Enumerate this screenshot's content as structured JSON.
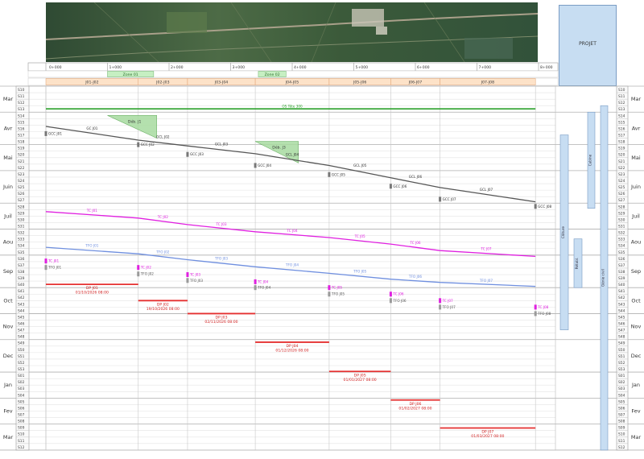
{
  "projet_label": "PROJET",
  "chainage_ticks": [
    "0+000",
    "1+000",
    "2+000",
    "3+000",
    "4+000",
    "5+000",
    "6+000",
    "7+000",
    "8+000"
  ],
  "zones": [
    {
      "name": "Zone 01",
      "from": 1.0,
      "to": 1.75
    },
    {
      "name": "Zone 02",
      "from": 3.45,
      "to": 3.9
    }
  ],
  "segments": [
    {
      "name": "J01-J02",
      "from": 0.0,
      "to": 1.5
    },
    {
      "name": "J02-J03",
      "from": 1.5,
      "to": 2.3
    },
    {
      "name": "J03-J04",
      "from": 2.3,
      "to": 3.4
    },
    {
      "name": "J04-J05",
      "from": 3.4,
      "to": 4.6
    },
    {
      "name": "J05-J06",
      "from": 4.6,
      "to": 5.6
    },
    {
      "name": "J06-J07",
      "from": 5.6,
      "to": 6.4
    },
    {
      "name": "J07-J08",
      "from": 6.4,
      "to": 7.95
    }
  ],
  "weeks": [
    "S10",
    "S11",
    "S12",
    "S13",
    "S14",
    "S15",
    "S16",
    "S17",
    "S18",
    "S19",
    "S20",
    "S21",
    "S22",
    "S23",
    "S24",
    "S25",
    "S26",
    "S27",
    "S28",
    "S29",
    "S30",
    "S31",
    "S32",
    "S33",
    "S34",
    "S35",
    "S36",
    "S37",
    "S38",
    "S39",
    "S40",
    "S41",
    "S42",
    "S43",
    "S44",
    "S45",
    "S46",
    "S47",
    "S48",
    "S49",
    "S50",
    "S51",
    "S52",
    "S53",
    "S01",
    "S02",
    "S03",
    "S04",
    "S05",
    "S06",
    "S07",
    "S08",
    "S09",
    "S10",
    "S11",
    "S12"
  ],
  "months": [
    {
      "name": "Mar",
      "start": 0,
      "end": 4
    },
    {
      "name": "Avr",
      "start": 4,
      "end": 9
    },
    {
      "name": "Mai",
      "start": 9,
      "end": 13
    },
    {
      "name": "Juin",
      "start": 13,
      "end": 18
    },
    {
      "name": "Juil",
      "start": 18,
      "end": 22
    },
    {
      "name": "Aou",
      "start": 22,
      "end": 26
    },
    {
      "name": "Sep",
      "start": 26,
      "end": 31
    },
    {
      "name": "Oct",
      "start": 31,
      "end": 35
    },
    {
      "name": "Nov",
      "start": 35,
      "end": 39
    },
    {
      "name": "Dec",
      "start": 39,
      "end": 44
    },
    {
      "name": "Jan",
      "start": 44,
      "end": 48
    },
    {
      "name": "Fev",
      "start": 48,
      "end": 52
    },
    {
      "name": "Mar",
      "start": 52,
      "end": 56
    }
  ],
  "chart_data": {
    "type": "line",
    "x_axis": "chainage (km)",
    "y_axis": "week index (0 = S10)",
    "series": [
      {
        "name": "OS Tête 300",
        "color": "#2aa02a",
        "width": 1.6,
        "points": [
          [
            0,
            3.5
          ],
          [
            7.95,
            3.5
          ]
        ]
      },
      {
        "name": "GC",
        "color": "#555555",
        "width": 1.3,
        "points": [
          [
            0,
            6.2
          ],
          [
            1.5,
            8.3
          ],
          [
            2.3,
            9.2
          ],
          [
            3.4,
            10.4
          ],
          [
            4.6,
            12.2
          ],
          [
            5.6,
            14.1
          ],
          [
            6.4,
            15.6
          ],
          [
            7.95,
            17.8
          ]
        ]
      },
      {
        "name": "TC",
        "color": "#e020e0",
        "width": 1.3,
        "points": [
          [
            0,
            19.3
          ],
          [
            1.5,
            20.3
          ],
          [
            2.3,
            21.3
          ],
          [
            3.4,
            22.4
          ],
          [
            4.6,
            23.3
          ],
          [
            5.6,
            24.3
          ],
          [
            6.4,
            25.3
          ],
          [
            7.95,
            26.2
          ]
        ]
      },
      {
        "name": "TFO",
        "color": "#6f8fdf",
        "width": 1.3,
        "points": [
          [
            0,
            24.8
          ],
          [
            1.5,
            25.8
          ],
          [
            2.3,
            26.7
          ],
          [
            3.4,
            27.8
          ],
          [
            4.6,
            28.8
          ],
          [
            5.6,
            29.7
          ],
          [
            6.4,
            30.2
          ],
          [
            7.95,
            30.8
          ]
        ]
      }
    ],
    "line_labels": [
      {
        "text": "OS Tête 300",
        "x": 4.0,
        "y": 3.5,
        "color": "#2aa02a"
      },
      {
        "text": "GC J01",
        "x": 0.75,
        "y": 6.9,
        "color": "#333333"
      },
      {
        "text": "GCL J02",
        "x": 1.9,
        "y": 8.2,
        "color": "#333333"
      },
      {
        "text": "GCL J03",
        "x": 2.85,
        "y": 9.3,
        "color": "#333333"
      },
      {
        "text": "GCL J04",
        "x": 4.0,
        "y": 10.9,
        "color": "#333333"
      },
      {
        "text": "GCL J05",
        "x": 5.1,
        "y": 12.6,
        "color": "#333333"
      },
      {
        "text": "GCL J06",
        "x": 6.0,
        "y": 14.3,
        "color": "#333333"
      },
      {
        "text": "GCL J07",
        "x": 7.15,
        "y": 16.3,
        "color": "#333333"
      },
      {
        "text": "TC J01",
        "x": 0.75,
        "y": 19.5,
        "color": "#e020e0"
      },
      {
        "text": "TC J02",
        "x": 1.9,
        "y": 20.5,
        "color": "#e020e0"
      },
      {
        "text": "TC J03",
        "x": 2.85,
        "y": 21.6,
        "color": "#e020e0"
      },
      {
        "text": "TC J04",
        "x": 4.0,
        "y": 22.6,
        "color": "#e020e0"
      },
      {
        "text": "TC J05",
        "x": 5.1,
        "y": 23.5,
        "color": "#e020e0"
      },
      {
        "text": "TC J06",
        "x": 6.0,
        "y": 24.5,
        "color": "#e020e0"
      },
      {
        "text": "TC J07",
        "x": 7.15,
        "y": 25.4,
        "color": "#e020e0"
      },
      {
        "text": "TFO J01",
        "x": 0.75,
        "y": 24.9,
        "color": "#6f8fdf"
      },
      {
        "text": "TFO J02",
        "x": 1.9,
        "y": 25.9,
        "color": "#6f8fdf"
      },
      {
        "text": "TFO J03",
        "x": 2.85,
        "y": 26.9,
        "color": "#6f8fdf"
      },
      {
        "text": "TFO J04",
        "x": 4.0,
        "y": 27.9,
        "color": "#6f8fdf"
      },
      {
        "text": "TFO J05",
        "x": 5.1,
        "y": 28.9,
        "color": "#6f8fdf"
      },
      {
        "text": "TFO J06",
        "x": 6.0,
        "y": 29.7,
        "color": "#6f8fdf"
      },
      {
        "text": "TFO J07",
        "x": 7.15,
        "y": 30.3,
        "color": "#6f8fdf"
      }
    ],
    "gcc_markers": [
      {
        "label": "GCC J01",
        "x": 0.0,
        "y": 7.3
      },
      {
        "label": "GCC J02",
        "x": 1.5,
        "y": 9.0
      },
      {
        "label": "GCC J03",
        "x": 2.3,
        "y": 10.5
      },
      {
        "label": "GCC J04",
        "x": 3.4,
        "y": 12.2
      },
      {
        "label": "GCC J05",
        "x": 4.6,
        "y": 13.6
      },
      {
        "label": "GCC J06",
        "x": 5.6,
        "y": 15.4
      },
      {
        "label": "GCC J07",
        "x": 6.4,
        "y": 17.4
      },
      {
        "label": "GCC J08",
        "x": 7.95,
        "y": 18.5
      }
    ],
    "tc_markers": [
      {
        "label": "TC J01",
        "x": 0.0,
        "y": 26.9
      },
      {
        "label": "TC J02",
        "x": 1.5,
        "y": 27.9
      },
      {
        "label": "TC J03",
        "x": 2.3,
        "y": 29.0
      },
      {
        "label": "TC J04",
        "x": 3.4,
        "y": 30.1
      },
      {
        "label": "TC J05",
        "x": 4.6,
        "y": 31.0
      },
      {
        "label": "TC J06",
        "x": 5.6,
        "y": 32.0
      },
      {
        "label": "TC J07",
        "x": 6.4,
        "y": 33.0
      },
      {
        "label": "TC J08",
        "x": 7.95,
        "y": 34.0
      }
    ],
    "tfo_markers": [
      {
        "label": "TFO J01",
        "x": 0.0,
        "y": 27.9
      },
      {
        "label": "TFO J02",
        "x": 1.5,
        "y": 28.9
      },
      {
        "label": "TFO J03",
        "x": 2.3,
        "y": 29.9
      },
      {
        "label": "TFO J04",
        "x": 3.4,
        "y": 31.0
      },
      {
        "label": "TFO J05",
        "x": 4.6,
        "y": 32.0
      },
      {
        "label": "TFO J06",
        "x": 5.6,
        "y": 33.0
      },
      {
        "label": "TFO J07",
        "x": 6.4,
        "y": 34.0
      },
      {
        "label": "TFO J08",
        "x": 7.95,
        "y": 35.0
      }
    ],
    "dp_bars": [
      {
        "title": "DP J01",
        "date": "01/10/2026 08:00",
        "from": 0.0,
        "to": 1.5,
        "y": 30.5
      },
      {
        "title": "DP J02",
        "date": "19/10/2026 08:00",
        "from": 1.5,
        "to": 2.3,
        "y": 33.0
      },
      {
        "title": "DP J03",
        "date": "02/11/2026 08:00",
        "from": 2.3,
        "to": 3.4,
        "y": 35.0
      },
      {
        "title": "DP J04",
        "date": "01/12/2026 08:00",
        "from": 3.4,
        "to": 4.6,
        "y": 39.4
      },
      {
        "title": "DP J05",
        "date": "01/01/2027 08:00",
        "from": 4.6,
        "to": 5.6,
        "y": 43.9
      },
      {
        "title": "DP J06",
        "date": "01/02/2027 08:00",
        "from": 5.6,
        "to": 6.4,
        "y": 48.3
      },
      {
        "title": "DP J07",
        "date": "01/03/2027 08:00",
        "from": 6.4,
        "to": 7.95,
        "y": 52.6
      }
    ],
    "wedges": [
      {
        "label": "Déb. J1",
        "x1": 1.0,
        "x2": 1.8,
        "y1": 4.5,
        "y2": 8.0
      },
      {
        "label": "Déb. J3",
        "x1": 3.4,
        "x2": 4.1,
        "y1": 8.5,
        "y2": 11.8
      }
    ],
    "side_bars": [
      {
        "label": "Clôture",
        "x": 696,
        "w": 10,
        "from": 7.5,
        "to": 37.5
      },
      {
        "label": "Rétabl.",
        "x": 713,
        "w": 10,
        "from": 23.5,
        "to": 31.0
      },
      {
        "label": "Cabine",
        "x": 730,
        "w": 9,
        "from": 4.0,
        "to": 18.8
      },
      {
        "label": "Génie civil",
        "x": 746,
        "w": 9,
        "from": 3.0,
        "to": 56.0
      }
    ]
  }
}
